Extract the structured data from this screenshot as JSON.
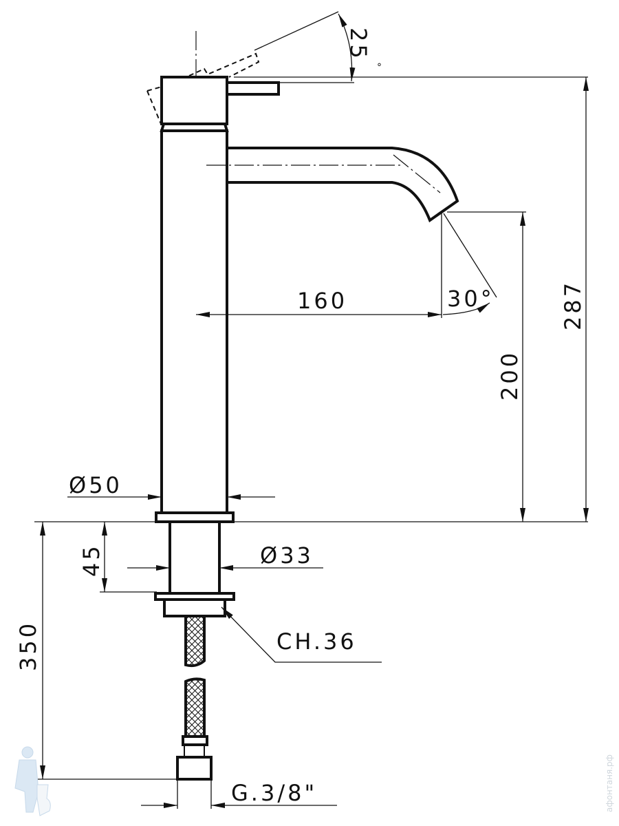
{
  "title": "Faucet technical drawing",
  "dimensions": {
    "lever_angle": "25",
    "degree_sign": "°",
    "spout_angle": "30°",
    "spout_reach": "160",
    "total_height": "287",
    "spout_height": "200",
    "base_diameter": "Ø50",
    "shank_diameter": "Ø33",
    "shank_length": "45",
    "hose_length": "350",
    "nut_size": "CH.36",
    "thread": "G.3/8\""
  },
  "watermark": {
    "text": "афонтаня.рф",
    "logo": "plumber-with-toilet-logo"
  }
}
